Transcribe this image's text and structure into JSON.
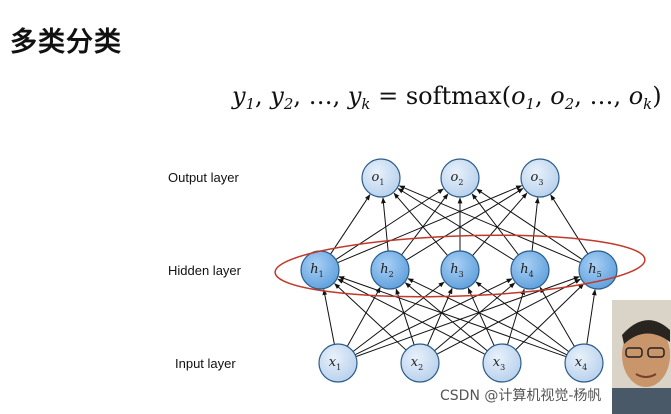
{
  "title": "多类分类",
  "formula": {
    "lhs": [
      {
        "v": "y",
        "s": "1"
      },
      {
        "v": "y",
        "s": "2"
      },
      {
        "v": "…",
        "s": ""
      },
      {
        "v": "y",
        "s": "k"
      }
    ],
    "eq": " = ",
    "func": "softmax",
    "rhs": [
      {
        "v": "o",
        "s": "1"
      },
      {
        "v": "o",
        "s": "2"
      },
      {
        "v": "…",
        "s": ""
      },
      {
        "v": "o",
        "s": "k"
      }
    ]
  },
  "layers": {
    "output": {
      "label": "Output layer",
      "nodes": [
        {
          "v": "o",
          "s": "1"
        },
        {
          "v": "o",
          "s": "2"
        },
        {
          "v": "o",
          "s": "3"
        }
      ]
    },
    "hidden": {
      "label": "Hidden layer",
      "nodes": [
        {
          "v": "h",
          "s": "1"
        },
        {
          "v": "h",
          "s": "2"
        },
        {
          "v": "h",
          "s": "3"
        },
        {
          "v": "h",
          "s": "4"
        },
        {
          "v": "h",
          "s": "5"
        }
      ]
    },
    "input": {
      "label": "Input layer",
      "nodes": [
        {
          "v": "x",
          "s": "1"
        },
        {
          "v": "x",
          "s": "2"
        },
        {
          "v": "x",
          "s": "3"
        },
        {
          "v": "x",
          "s": "4"
        }
      ]
    }
  },
  "colors": {
    "output_node": "#cfe0f3",
    "hidden_node": "#7fb6ea",
    "input_node": "#cfe0f3",
    "node_stroke": "#2c5d8a",
    "edge": "#111111",
    "highlight_ellipse": "#c0392b"
  },
  "highlight": "hidden-layer",
  "watermark": "CSDN @计算机视觉-杨帆"
}
